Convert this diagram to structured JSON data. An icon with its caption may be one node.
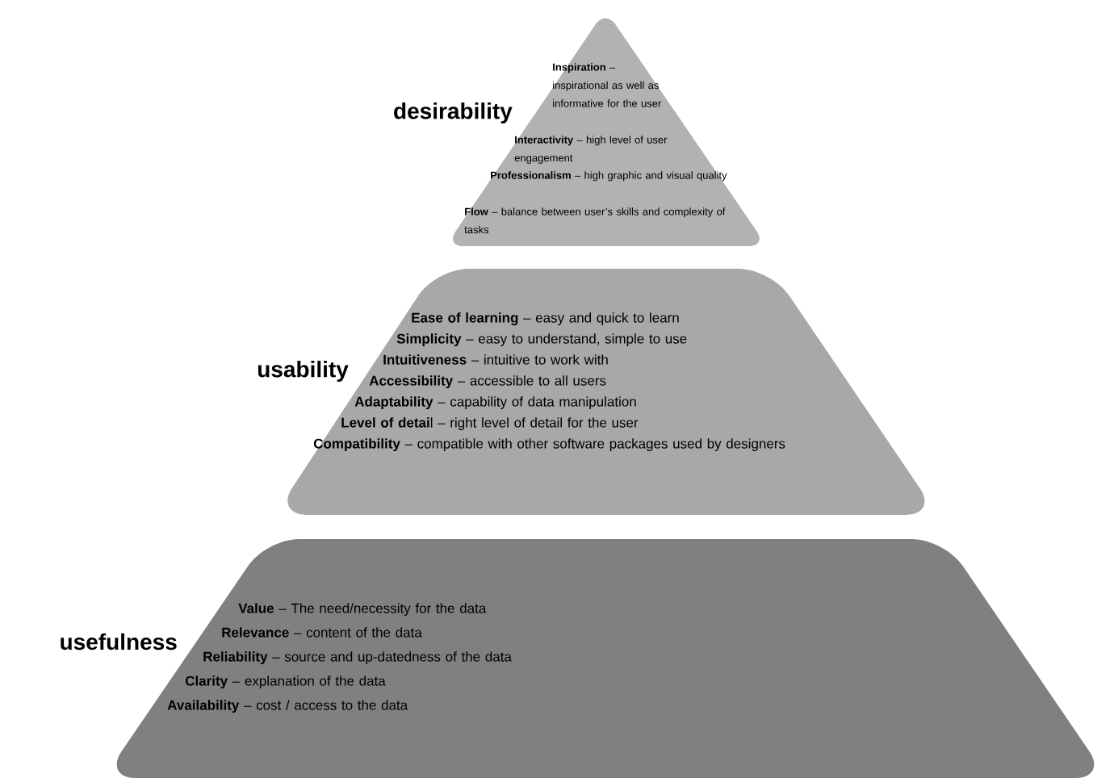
{
  "diagram": {
    "nodes": [
      {
        "text": [
          "desirability",
          "**Inspiration** – inspirational as well as informative for the user",
          "**Interactivity** – high level of user engagement",
          "**Professionalism** – high graphic and visual quality",
          "**Flow** – balance between user’s skills and complexity of tasks"
        ]
      },
      {
        "text": [
          "usability",
          "**Ease of learning** – easy and quick to learn",
          "**Simplicity** – easy to understand, simple to use",
          "**Intuitiveness** – intuitive to work with",
          "**Accessibility** – accessible to all users",
          "**Adaptability** – capability of data manipulation",
          "**Level of detai**l – right level of detail for the user",
          "**Compatibility** –  compatible with other software packages used by designers"
        ]
      },
      {
        "text": [
          "usefulness",
          "**Value** – The need/necessity for the data",
          "**Relevance** – content of the data",
          "**Reliability** – source and up-datedness of the data",
          "**Clarity** – explanation of the data",
          "**Availability** – cost / access to the data"
        ]
      }
    ]
  }
}
